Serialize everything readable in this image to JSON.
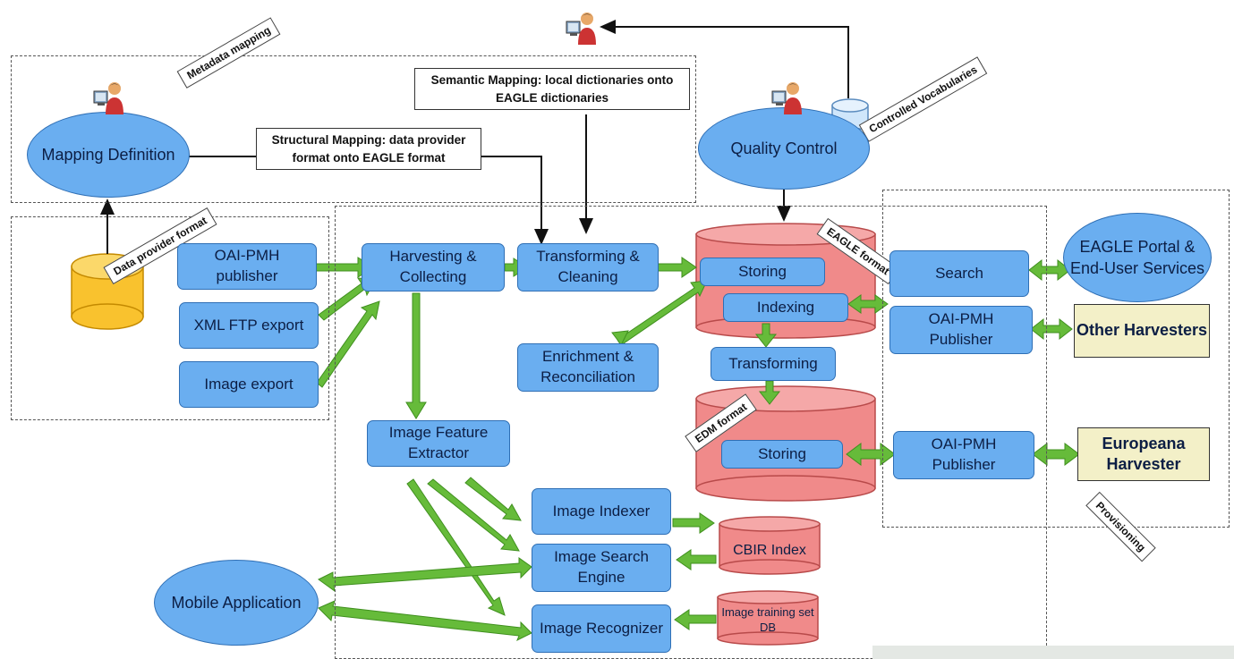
{
  "regions": {
    "metadata_mapping": "Metadata mapping",
    "data_provider_format": "Data provider format",
    "eagle_format": "EAGLE format",
    "edm_format": "EDM format",
    "controlled_vocabularies": "Controlled Vocabularies",
    "provisioning": "Provisioning"
  },
  "notes": {
    "structural_mapping": "Structural Mapping: data provider format onto EAGLE format",
    "semantic_mapping": "Semantic Mapping: local dictionaries onto EAGLE dictionaries"
  },
  "nodes": {
    "mapping_definition": "Mapping Definition",
    "quality_control": "Quality Control",
    "oai_pmh_publisher_src": "OAI-PMH publisher",
    "xml_ftp_export": "XML FTP export",
    "image_export": "Image export",
    "harvesting_collecting": "Harvesting & Collecting",
    "transforming_cleaning": "Transforming & Cleaning",
    "enrichment_reconciliation": "Enrichment & Reconciliation",
    "storing_eagle": "Storing",
    "indexing": "Indexing",
    "transforming": "Transforming",
    "storing_edm": "Storing",
    "search": "Search",
    "oai_pmh_publisher_1": "OAI-PMH Publisher",
    "oai_pmh_publisher_2": "OAI-PMH Publisher",
    "eagle_portal": "EAGLE Portal & End-User Services",
    "image_feature_extractor": "Image Feature Extractor",
    "image_indexer": "Image Indexer",
    "image_search_engine": "Image Search Engine",
    "image_recognizer": "Image Recognizer",
    "mobile_application": "Mobile Application"
  },
  "external": {
    "other_harvesters": "Other Harvesters",
    "europeana_harvester": "Europeana Harvester"
  },
  "databases": {
    "cbir_index": "CBIR Index",
    "image_training_set": "Image training set DB"
  },
  "colors": {
    "node_fill": "#6aaef0",
    "node_border": "#2f6fb5",
    "db_red": "#f08a8a",
    "db_yellow": "#f9c22e",
    "db_lightblue": "#cfe6fb",
    "arrow_green": "#66bb3a",
    "external_fill": "#f3f0c8"
  }
}
